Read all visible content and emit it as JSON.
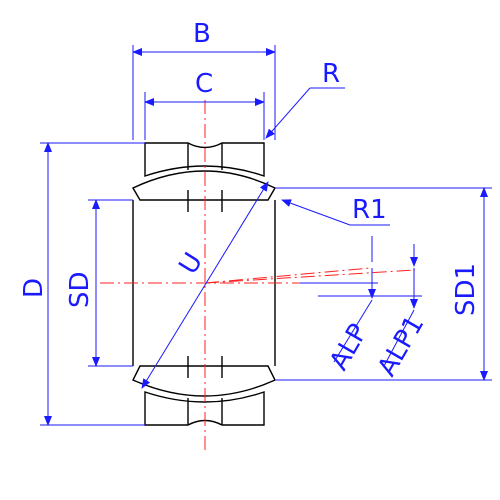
{
  "colors": {
    "dimension": "#1a1aff",
    "centerline": "#ff2020",
    "outline": "#000000"
  },
  "labels": {
    "B": "B",
    "C": "C",
    "R": "R",
    "R1": "R1",
    "D": "D",
    "SD": "SD",
    "SD1": "SD1",
    "U": "U",
    "ALP": "ALP",
    "ALP1": "ALP1"
  }
}
